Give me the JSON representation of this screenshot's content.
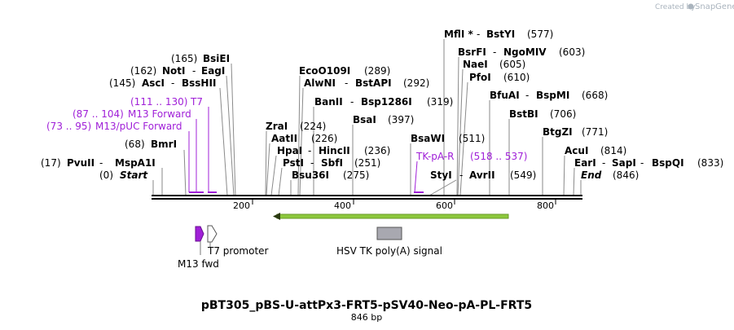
{
  "credit": {
    "created_by": "Created by",
    "brand": "SnapGene"
  },
  "map": {
    "title": "pBT305_pBS-U-attPx3-FRT5-pSV40-Neo-pA-PL-FRT5",
    "length_label": "846 bp",
    "ticks": [
      "200",
      "400",
      "600",
      "800"
    ]
  },
  "sites": [
    {
      "id": "start",
      "pos": "(0)",
      "names": [
        {
          "t": "Start",
          "i": true
        }
      ]
    },
    {
      "id": "pvuii",
      "pos": "(17)",
      "names": [
        {
          "t": "PvuII"
        },
        {
          "t": "MspA1I"
        }
      ]
    },
    {
      "id": "bmri",
      "pos": "(68)",
      "names": [
        {
          "t": "BmrI"
        }
      ]
    },
    {
      "id": "ascI",
      "pos": "(145)",
      "names": [
        {
          "t": "AscI"
        },
        {
          "t": "BssHII"
        }
      ]
    },
    {
      "id": "noti",
      "pos": "(162)",
      "names": [
        {
          "t": "NotI"
        },
        {
          "t": "EagI"
        }
      ]
    },
    {
      "id": "bsiei",
      "pos": "(165)",
      "names": [
        {
          "t": "BsiEI"
        }
      ]
    },
    {
      "id": "zrai",
      "pos": "(224)",
      "names": [
        {
          "t": "ZraI"
        }
      ]
    },
    {
      "id": "aatii",
      "pos": "(226)",
      "names": [
        {
          "t": "AatII"
        }
      ]
    },
    {
      "id": "hpai",
      "pos": "(236)",
      "names": [
        {
          "t": "HpaI"
        },
        {
          "t": "HincII"
        }
      ]
    },
    {
      "id": "psti",
      "pos": "(251)",
      "names": [
        {
          "t": "PstI"
        },
        {
          "t": "SbfI"
        }
      ]
    },
    {
      "id": "bsu36i",
      "pos": "(275)",
      "names": [
        {
          "t": "Bsu36I"
        }
      ]
    },
    {
      "id": "ecoo109i",
      "pos": "(289)",
      "names": [
        {
          "t": "EcoO109I"
        }
      ]
    },
    {
      "id": "alwni",
      "pos": "(292)",
      "names": [
        {
          "t": "AlwNI"
        },
        {
          "t": "BstAPI"
        }
      ]
    },
    {
      "id": "banii",
      "pos": "(319)",
      "names": [
        {
          "t": "BanII"
        },
        {
          "t": "Bsp1286I"
        }
      ]
    },
    {
      "id": "bsai",
      "pos": "(397)",
      "names": [
        {
          "t": "BsaI"
        }
      ]
    },
    {
      "id": "bsawi",
      "pos": "(511)",
      "names": [
        {
          "t": "BsaWI"
        }
      ]
    },
    {
      "id": "styi",
      "pos": "(549)",
      "names": [
        {
          "t": "StyI"
        },
        {
          "t": "AvrII"
        }
      ]
    },
    {
      "id": "mfli",
      "pos": "(577)",
      "names": [
        {
          "t": "MflI *"
        },
        {
          "t": "BstYI"
        }
      ]
    },
    {
      "id": "bsrfi",
      "pos": "(603)",
      "names": [
        {
          "t": "BsrFI"
        },
        {
          "t": "NgoMIV"
        }
      ]
    },
    {
      "id": "naei",
      "pos": "(605)",
      "names": [
        {
          "t": "NaeI"
        }
      ]
    },
    {
      "id": "pfoi",
      "pos": "(610)",
      "names": [
        {
          "t": "PfoI"
        }
      ]
    },
    {
      "id": "bfuai",
      "pos": "(668)",
      "names": [
        {
          "t": "BfuAI"
        },
        {
          "t": "BspMI"
        }
      ]
    },
    {
      "id": "bstbi",
      "pos": "(706)",
      "names": [
        {
          "t": "BstBI"
        }
      ]
    },
    {
      "id": "btgzi",
      "pos": "(771)",
      "names": [
        {
          "t": "BtgZI"
        }
      ]
    },
    {
      "id": "acui",
      "pos": "(814)",
      "names": [
        {
          "t": "AcuI"
        }
      ]
    },
    {
      "id": "eari",
      "pos": "(833)",
      "names": [
        {
          "t": "EarI"
        },
        {
          "t": "SapI"
        },
        {
          "t": "BspQI"
        }
      ]
    },
    {
      "id": "end",
      "pos": "(846)",
      "names": [
        {
          "t": "End",
          "i": true
        }
      ]
    }
  ],
  "primers": [
    {
      "id": "t7",
      "range": "(111 .. 130)",
      "name": "T7"
    },
    {
      "id": "m13fwd",
      "range": "(87 .. 104)",
      "name": "M13 Forward"
    },
    {
      "id": "m13puc",
      "range": "(73 .. 95)",
      "name": "M13/pUC Forward"
    },
    {
      "id": "tkpar",
      "range": "(518 .. 537)",
      "name": "TK-pA-R"
    }
  ],
  "features": [
    {
      "id": "hsv",
      "label": "HSV TK poly(A) signal"
    },
    {
      "id": "t7p",
      "label": "T7 promoter"
    },
    {
      "id": "m13f",
      "label": "M13 fwd"
    }
  ],
  "colors": {
    "primer": "#a020d8",
    "feature_arrow": "#8cc83c",
    "polyA": "#a8a8b0",
    "backbone": "#000000"
  }
}
